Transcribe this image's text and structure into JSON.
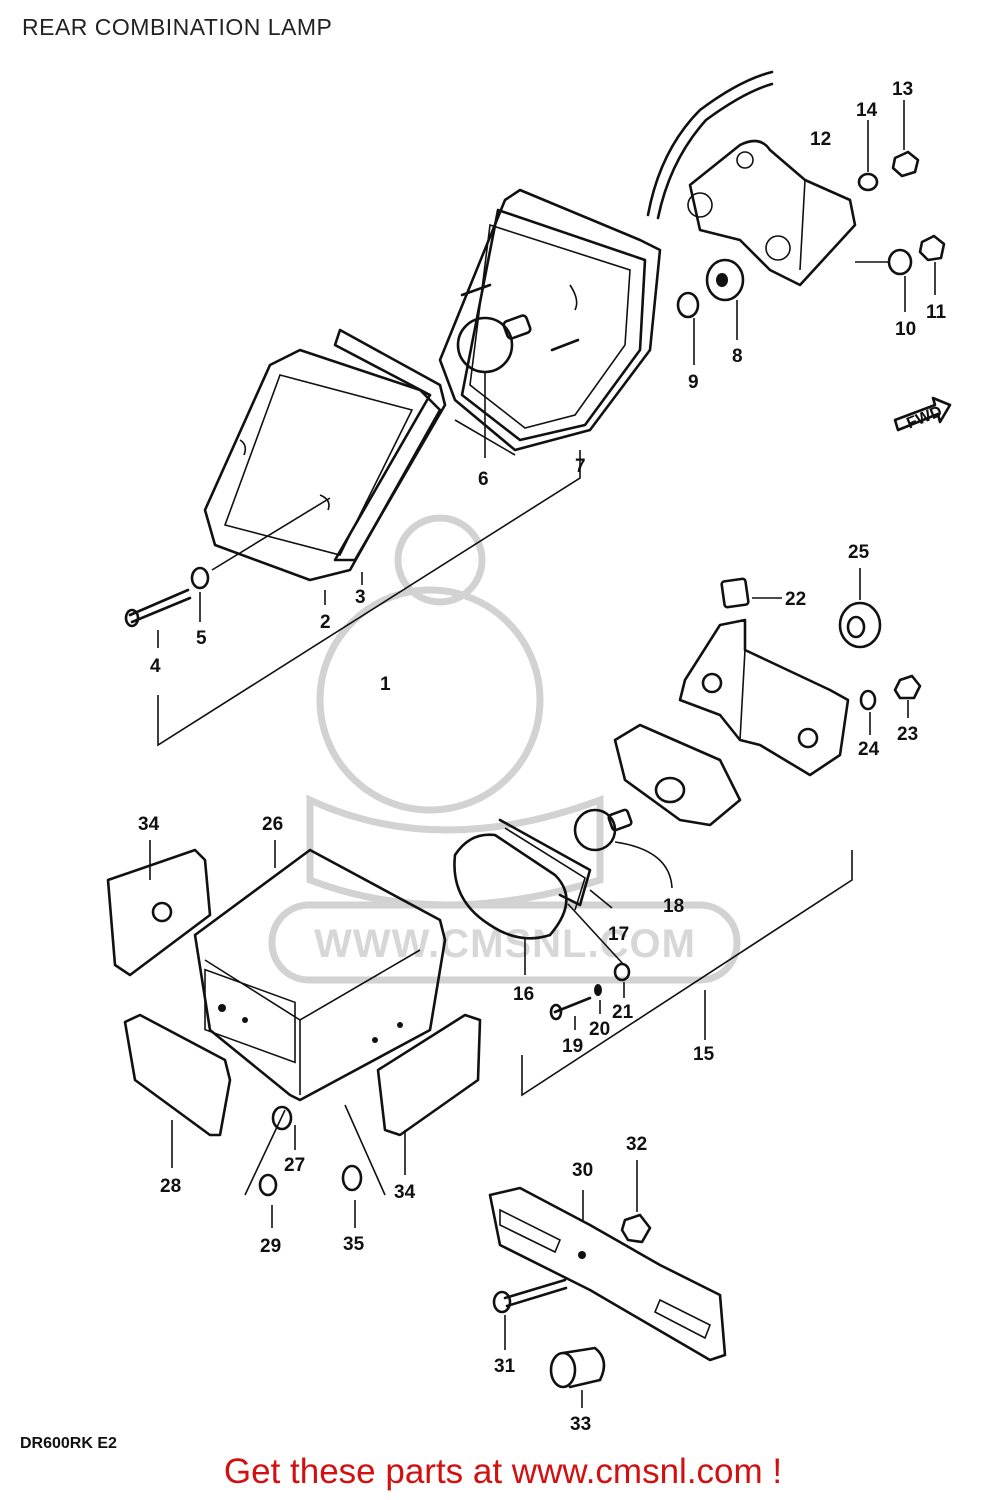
{
  "title": "REAR COMBINATION LAMP",
  "model_code": "DR600RK E2",
  "watermark": "WWW.CMSNL.COM",
  "direction_marker": "FWD",
  "footer": "Get these parts at www.cmsnl.com !",
  "colors": {
    "ink": "#111111",
    "footer": "#d21010",
    "watermark": "#d2d2d2"
  },
  "callouts": [
    "1",
    "2",
    "3",
    "4",
    "5",
    "6",
    "7",
    "8",
    "9",
    "10",
    "11",
    "12",
    "13",
    "14",
    "15",
    "16",
    "17",
    "18",
    "19",
    "20",
    "21",
    "22",
    "23",
    "24",
    "25",
    "26",
    "27",
    "28",
    "29",
    "30",
    "31",
    "32",
    "33",
    "34",
    "34",
    "35"
  ]
}
